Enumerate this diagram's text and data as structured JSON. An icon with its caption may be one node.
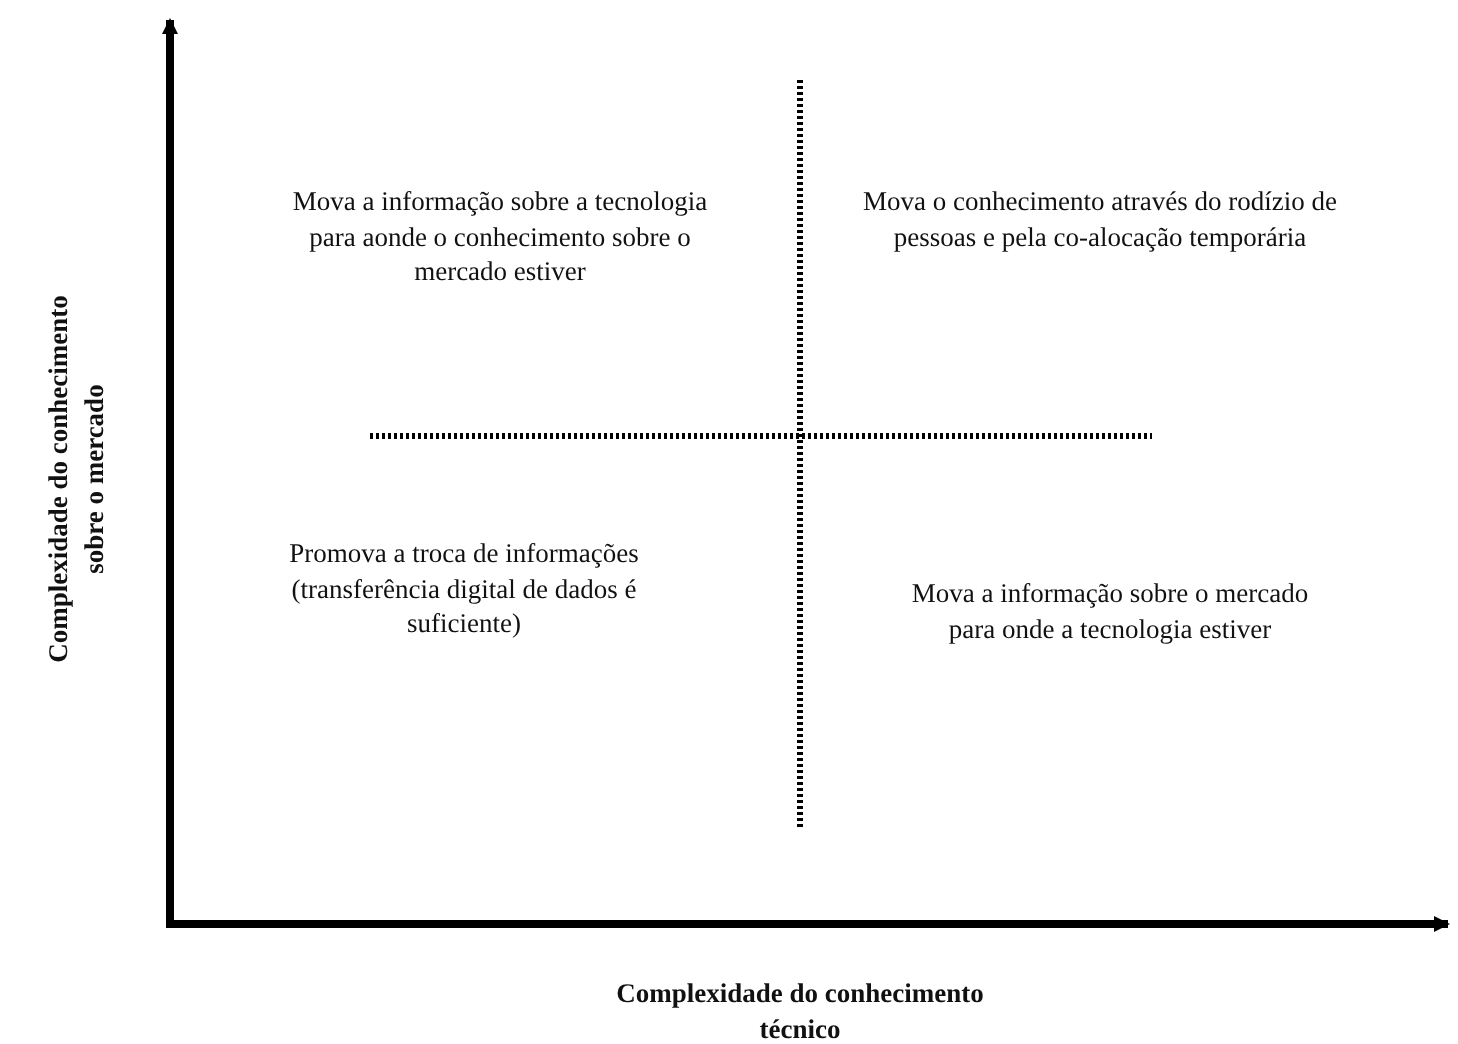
{
  "diagram": {
    "labels": [
      "Mova a informação sobre a tecnologia para aonde o conhecimento sobre o mercado estiver",
      "Mova o conhecimento através do rodízio de pessoas e pela co-alocação temporária",
      "Promova a troca de informações (transferência digital de dados é suficiente)",
      "Mova a informação sobre o mercado para onde a tecnologia estiver",
      "Complexidade do conhecimento sobre o mercado",
      "Complexidade do conhecimento técnico"
    ]
  }
}
